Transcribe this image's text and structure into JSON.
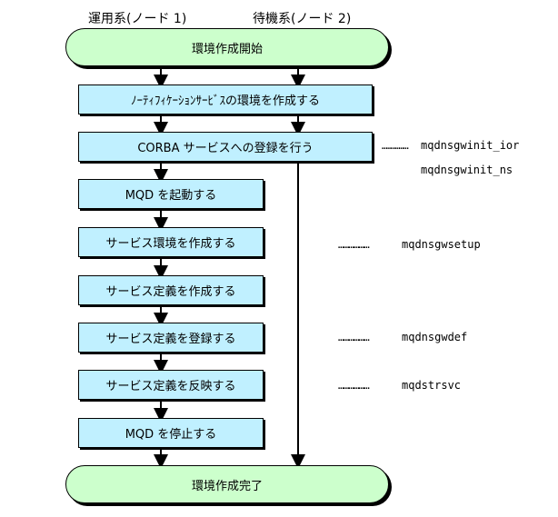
{
  "headers": {
    "node1": "運用系(ノード 1)",
    "node2": "待機系(ノード 2)"
  },
  "start": "環境作成開始",
  "end": "環境作成完了",
  "steps": {
    "notification": "ﾉｰﾃｨﾌｨｹｰｼｮﾝｻｰﾋﾞｽの環境を作成する",
    "corba": "CORBA サービスへの登録を行う",
    "mqd_start": "MQD を起動する",
    "service_env": "サービス環境を作成する",
    "service_def": "サービス定義を作成する",
    "service_reg": "サービス定義を登録する",
    "service_apply": "サービス定義を反映する",
    "mqd_stop": "MQD を停止する"
  },
  "commands": {
    "corba_ior": "mqdnsgwinit_ior",
    "corba_ns": "mqdnsgwinit_ns",
    "setup": "mqdnsgwsetup",
    "def": "mqdnsgwdef",
    "svc": "mqdstrsvc"
  },
  "leader_dots": "………………",
  "colors": {
    "terminal_fill": "#ccffcc",
    "step_fill": "#c0f0ff",
    "line": "#000000"
  }
}
